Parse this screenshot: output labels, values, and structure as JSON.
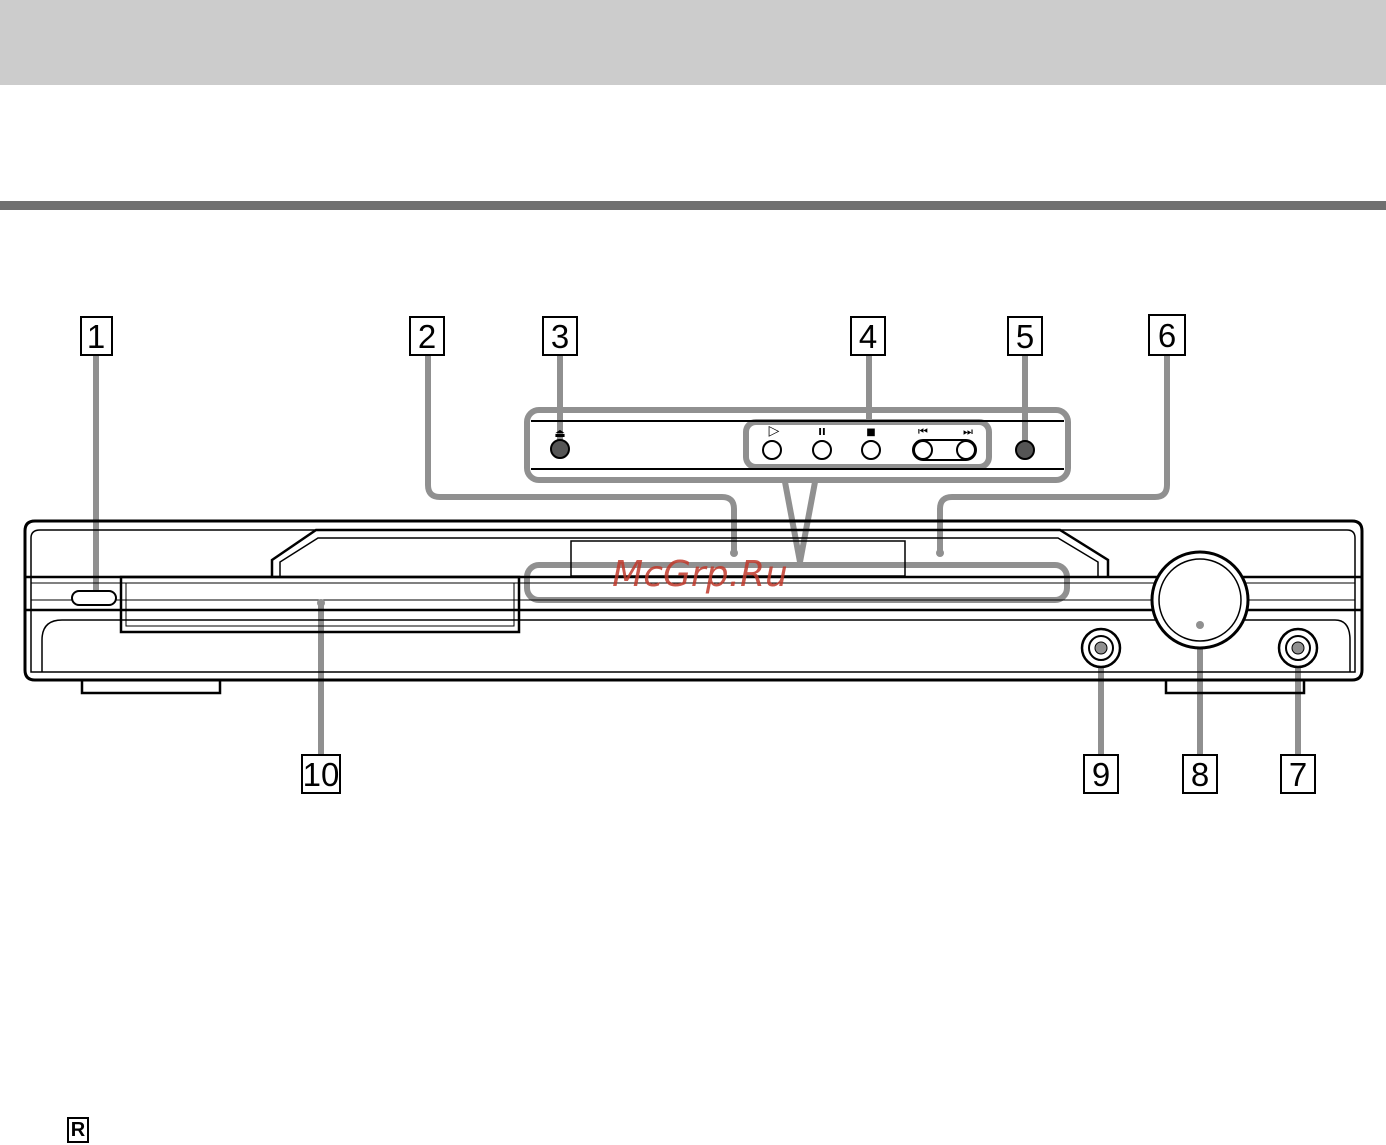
{
  "callouts": [
    "1",
    "2",
    "3",
    "4",
    "5",
    "6",
    "7",
    "8",
    "9",
    "10"
  ],
  "watermark": "McGrp.Ru",
  "button_symbols": {
    "eject": "⏏",
    "play": "▷",
    "pause": "II",
    "stop": "■",
    "prev": "⏮",
    "next": "⏭"
  },
  "remote_badge": "R",
  "colors": {
    "band": "#cccccc",
    "rule": "#707070",
    "callout_line": "#909090",
    "watermark": "#c0392b"
  }
}
